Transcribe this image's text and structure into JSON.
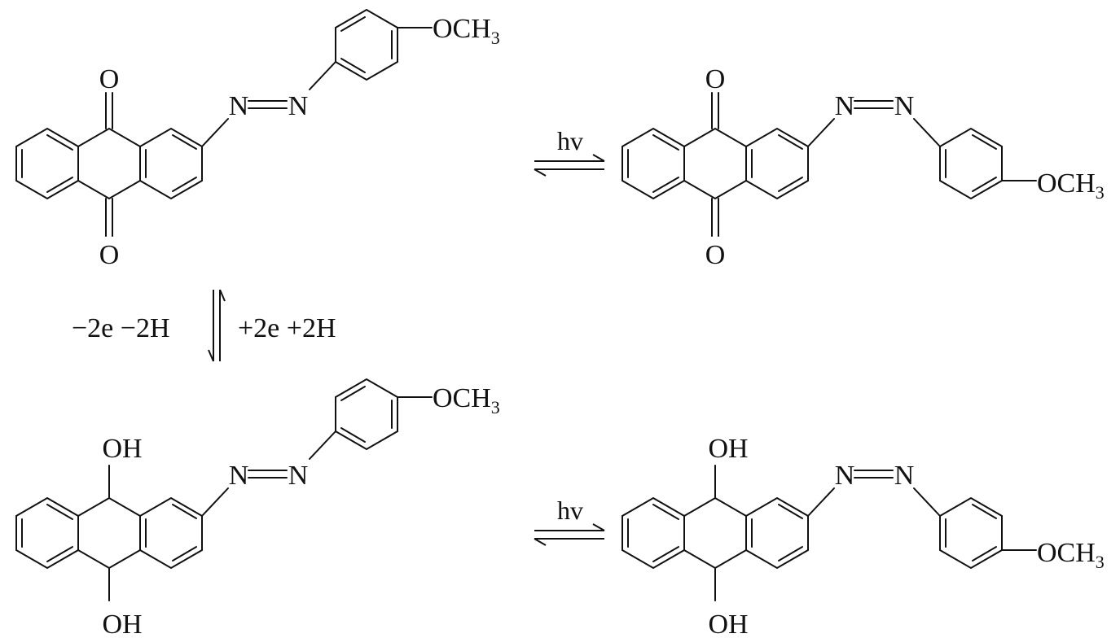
{
  "labels": {
    "carbonyl_o": "O",
    "hydroxyl": "OH",
    "azo_n": "N",
    "methoxy": "OCH",
    "methoxy_sub": "3",
    "light": "hv",
    "oxidation": "−2e −2H",
    "reduction": "+2e +2H"
  },
  "colors": {
    "ink": "#111111",
    "background": "#ffffff"
  }
}
